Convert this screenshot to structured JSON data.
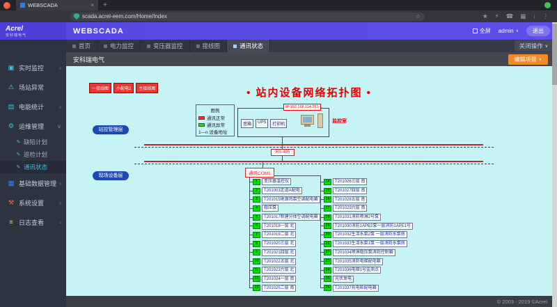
{
  "browser": {
    "tab_title": "WEBSCADA",
    "close_glyph": "×",
    "new_tab_glyph": "+",
    "url": "scada.acrel-eem.com/Home/Index",
    "icons": {
      "star": "★",
      "flash": "⚡",
      "phone": "☎",
      "apps": "▦",
      "download": "↓",
      "more": "⋮",
      "bookmark": "☆"
    }
  },
  "header": {
    "logo_main": "Acrel",
    "logo_sub": "安科瑞电气",
    "product": "WEBSCADA",
    "fullscreen": "全屏",
    "user": "admin",
    "caret": "∨",
    "logout": "退出"
  },
  "tabstrip": {
    "active_index": 4,
    "tabs": [
      "首页",
      "电力监控",
      "变压器监控",
      "接线图",
      "通讯状态"
    ],
    "close_menu": "关闭操作",
    "caret": "∨"
  },
  "project_bar": {
    "name": "安科瑞电气",
    "action": "编辑项目",
    "caret": "∨"
  },
  "sidebar": {
    "items": [
      {
        "icon": "▣",
        "icon_name": "monitor-icon",
        "icon_color": "#3bc0dc",
        "label": "实时监控",
        "chevron": "‹"
      },
      {
        "icon": "⚠",
        "icon_name": "alert-icon",
        "icon_color": "#3bc0dc",
        "label": "场站异常",
        "chevron": ""
      },
      {
        "icon": "▤",
        "icon_name": "chart-icon",
        "icon_color": "#3bc0dc",
        "label": "电能统计",
        "chevron": "‹"
      },
      {
        "icon": "⚙",
        "icon_name": "gear-icon",
        "icon_color": "#3bc0dc",
        "label": "运维管理",
        "chevron": "∨",
        "children": [
          {
            "icon": "✎",
            "label": "缺陷计划",
            "active": false
          },
          {
            "icon": "✎",
            "label": "巡检计划",
            "active": false
          },
          {
            "icon": "✎",
            "label": "通讯状态",
            "active": true
          }
        ]
      },
      {
        "icon": "▦",
        "icon_name": "database-icon",
        "icon_color": "#2f7fe8",
        "label": "基础数据管理",
        "chevron": "‹"
      },
      {
        "icon": "⚒",
        "icon_name": "tools-icon",
        "icon_color": "#e8674a",
        "label": "系统设置",
        "chevron": "‹"
      },
      {
        "icon": "≡",
        "icon_name": "log-icon",
        "icon_color": "#d9c44d",
        "label": "日志查看",
        "chevron": "‹"
      }
    ]
  },
  "diagram": {
    "title": "• 站内设备网络拓扑图 •",
    "links": [
      "一接线图",
      "小配电2",
      "主接线图"
    ],
    "legend": {
      "title": "图例",
      "items": [
        {
          "color": "#ff2b2b",
          "label": "通讯正常"
        },
        {
          "color": "#2bd42b",
          "label": "通讯异常"
        },
        {
          "color": "",
          "label": "1—n 设备地址"
        }
      ]
    },
    "station": {
      "ip": "IP:192.168.114.251",
      "room": "监控室",
      "peripherals": [
        "音箱",
        "UPS",
        "打印机"
      ]
    },
    "bus": "RS-485",
    "com": "通讯COM1",
    "layers": [
      "站控管理层",
      "现场设备层"
    ],
    "devices_com1": [
      {
        "no": 1,
        "name": "变压器温控仪"
      },
      {
        "no": 2,
        "name": "T201003走道A配电"
      },
      {
        "no": 3,
        "name": "T201015地源热泵空调配电箱"
      },
      {
        "no": 4,
        "name": "稳压泵"
      },
      {
        "no": 5,
        "name": "T201017新建分体空调配电箱"
      },
      {
        "no": 6,
        "name": "T201018一层 北"
      },
      {
        "no": 7,
        "name": "T201019二层 北"
      },
      {
        "no": 8,
        "name": "T201020三层 北"
      },
      {
        "no": 9,
        "name": "T201021四层 北"
      },
      {
        "no": 10,
        "name": "T201022五层 北"
      },
      {
        "no": 11,
        "name": "T201023六层 北"
      },
      {
        "no": 12,
        "name": "T201024一层 南"
      },
      {
        "no": 13,
        "name": "T201025二层 南"
      }
    ],
    "devices_right": [
      {
        "no": 14,
        "name": "T201026三层 南"
      },
      {
        "no": 15,
        "name": "T201027四层 南"
      },
      {
        "no": 16,
        "name": "T201028五层 南"
      },
      {
        "no": 17,
        "name": "T201029六层 南"
      },
      {
        "no": 18,
        "name": "T201031消防喷淋2号泵"
      },
      {
        "no": 19,
        "name": "T201030消防1APE2泵一层消防1APE1号"
      },
      {
        "no": 20,
        "name": "T201032生活水泵2泵 一层消防水泵房"
      },
      {
        "no": 21,
        "name": "T201033生活水泵1泵 一层消防水泵房"
      },
      {
        "no": 22,
        "name": "T201034喷淋稳压泵消防控制箱"
      },
      {
        "no": 23,
        "name": "T201035消防电梯配电箱"
      },
      {
        "no": 24,
        "name": "T201036电梯1号监测点"
      },
      {
        "no": 25,
        "name": "光伏发电"
      },
      {
        "no": 26,
        "name": "T201037充电桩配电箱"
      }
    ]
  },
  "footer": {
    "copyright": "© 2003 - 2019 ©Acrel"
  }
}
